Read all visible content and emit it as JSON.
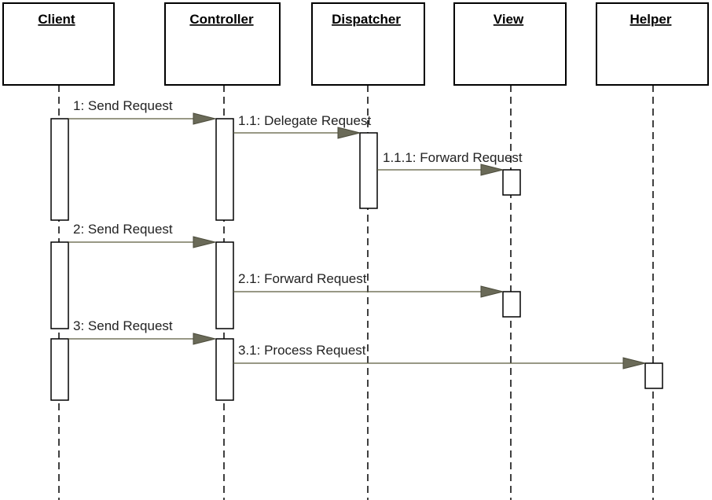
{
  "objects": [
    {
      "id": "client",
      "label": "Client"
    },
    {
      "id": "controller",
      "label": "Controller"
    },
    {
      "id": "dispatcher",
      "label": "Dispatcher"
    },
    {
      "id": "view",
      "label": "View"
    },
    {
      "id": "helper",
      "label": "Helper"
    }
  ],
  "messages": [
    {
      "id": "m1",
      "label": "1: Send Request"
    },
    {
      "id": "m1_1",
      "label": "1.1: Delegate Request"
    },
    {
      "id": "m1_1_1",
      "label": "1.1.1: Forward Request"
    },
    {
      "id": "m2",
      "label": "2: Send Request"
    },
    {
      "id": "m2_1",
      "label": "2.1: Forward Request"
    },
    {
      "id": "m3",
      "label": "3: Send Request"
    },
    {
      "id": "m3_1",
      "label": "3.1: Process Request"
    }
  ]
}
